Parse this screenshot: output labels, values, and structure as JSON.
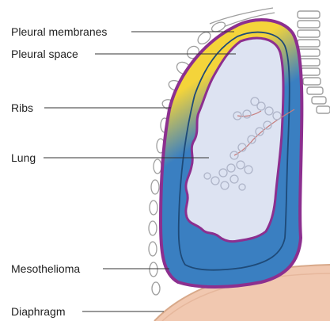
{
  "labels": {
    "pleural_membranes": "Pleural membranes",
    "pleural_space": "Pleural space",
    "ribs": "Ribs",
    "lung": "Lung",
    "mesothelioma": "Mesothelioma",
    "diaphragm": "Diaphragm"
  },
  "colors": {
    "mesothelioma": "#3a7fc1",
    "pleural_fluid": "#f4d43a",
    "lung_tissue": "#dde3f2",
    "membrane": "#8c2f8f",
    "inner_membrane": "#1e4a78",
    "ribs": "#9e9e9e",
    "bronchi": "#c77f7f",
    "diaphragm": "#f1c8b0"
  }
}
